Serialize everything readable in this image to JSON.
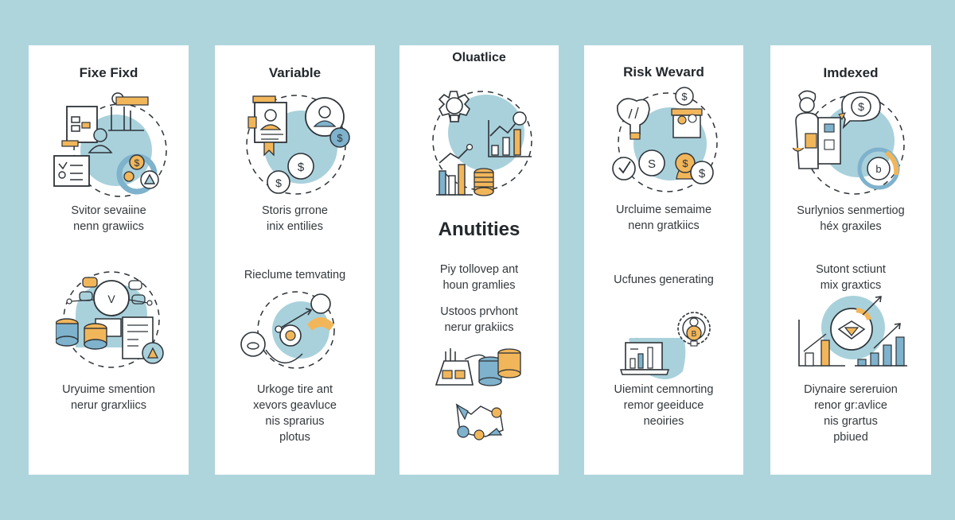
{
  "colors": {
    "background": "#aed5dc",
    "card": "#ffffff",
    "accent_blue": "#a9d1dc",
    "accent_orange": "#f2b65a",
    "stroke": "#2d3338",
    "icon_blue": "#7fb2cc"
  },
  "cards": [
    {
      "title": "Fixe Fixd",
      "caption1": "Svitor sevaiine\nnenn grawiics",
      "caption2": "Uryuime smention\nnerur grarxliics",
      "icon1": "people-document-coins-illustration",
      "icon2": "network-coins-document-illustration"
    },
    {
      "title": "Variable",
      "caption1": "Storis grrone\ninix entilies",
      "caption2_heading": "Rieclume temvating",
      "caption2": "Urkoge tire ant\nxevors geavluce\nnis sprarius\nplotus",
      "icon1": "certificate-person-money-bags-illustration",
      "icon2": "growth-arrow-person-illustration"
    },
    {
      "title": "Oluatlice",
      "heading": "Anutities",
      "caption1": "Piy tollovep ant\nhoun gramlies",
      "caption2": "Ustoos prvhont\nnerur grakiics",
      "icon1": "gear-bulb-bar-chart-illustration",
      "icon2": "factory-coins-illustration",
      "icon3": "polygon-network-illustration"
    },
    {
      "title": "Risk Wevard",
      "caption1": "Urcluime semaime\nnenn gratkiics",
      "caption2_heading": "Ucfunes generating",
      "caption2": "Uiemint cemnorting\nremor geeiduce\nneoiries",
      "icon1": "bulb-dollar-risk-illustration",
      "icon2": "laptop-chart-gear-illustration"
    },
    {
      "title": "Imdexed",
      "caption1": "Surlynios senmertiog\nhéx graxiles",
      "caption2_heading": "Sutont sctiunt\nmix graxtics",
      "caption2": "Diynaire sereruion\nrenor gr:avlice\nnis grartus\npbiued",
      "icon1": "person-dollar-cycle-illustration",
      "icon2": "growth-bar-chart-illustration"
    }
  ]
}
